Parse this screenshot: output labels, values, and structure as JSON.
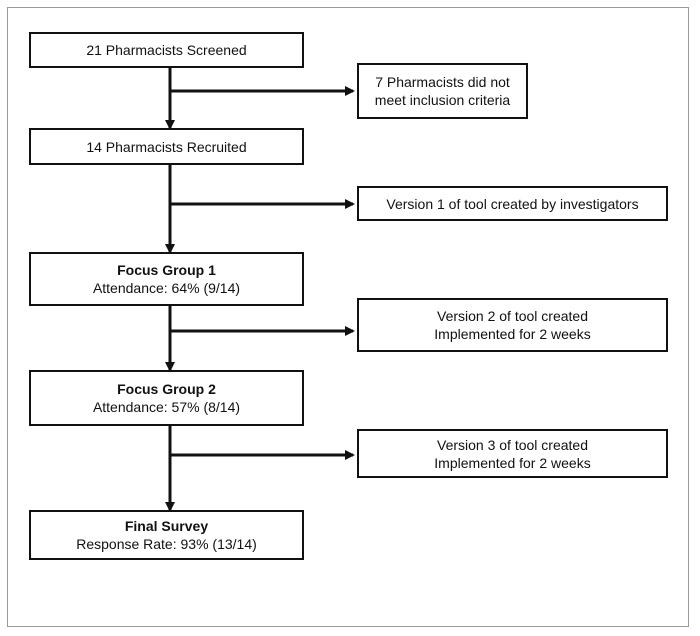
{
  "flowchart": {
    "main_steps": [
      {
        "title": "",
        "line": "21 Pharmacists Screened"
      },
      {
        "title": "",
        "line": "14 Pharmacists Recruited"
      },
      {
        "title": "Focus Group 1",
        "line": "Attendance: 64% (9/14)"
      },
      {
        "title": "Focus Group 2",
        "line": "Attendance: 57% (8/14)"
      },
      {
        "title": "Final Survey",
        "line": "Response Rate: 93% (13/14)"
      }
    ],
    "side_notes": [
      {
        "line1": "7 Pharmacists did not",
        "line2": "meet inclusion criteria"
      },
      {
        "line1": "Version 1 of tool created by investigators",
        "line2": ""
      },
      {
        "line1": "Version 2 of tool created",
        "line2": "Implemented for 2 weeks"
      },
      {
        "line1": "Version 3 of tool created",
        "line2": "Implemented for 2 weeks"
      }
    ]
  }
}
